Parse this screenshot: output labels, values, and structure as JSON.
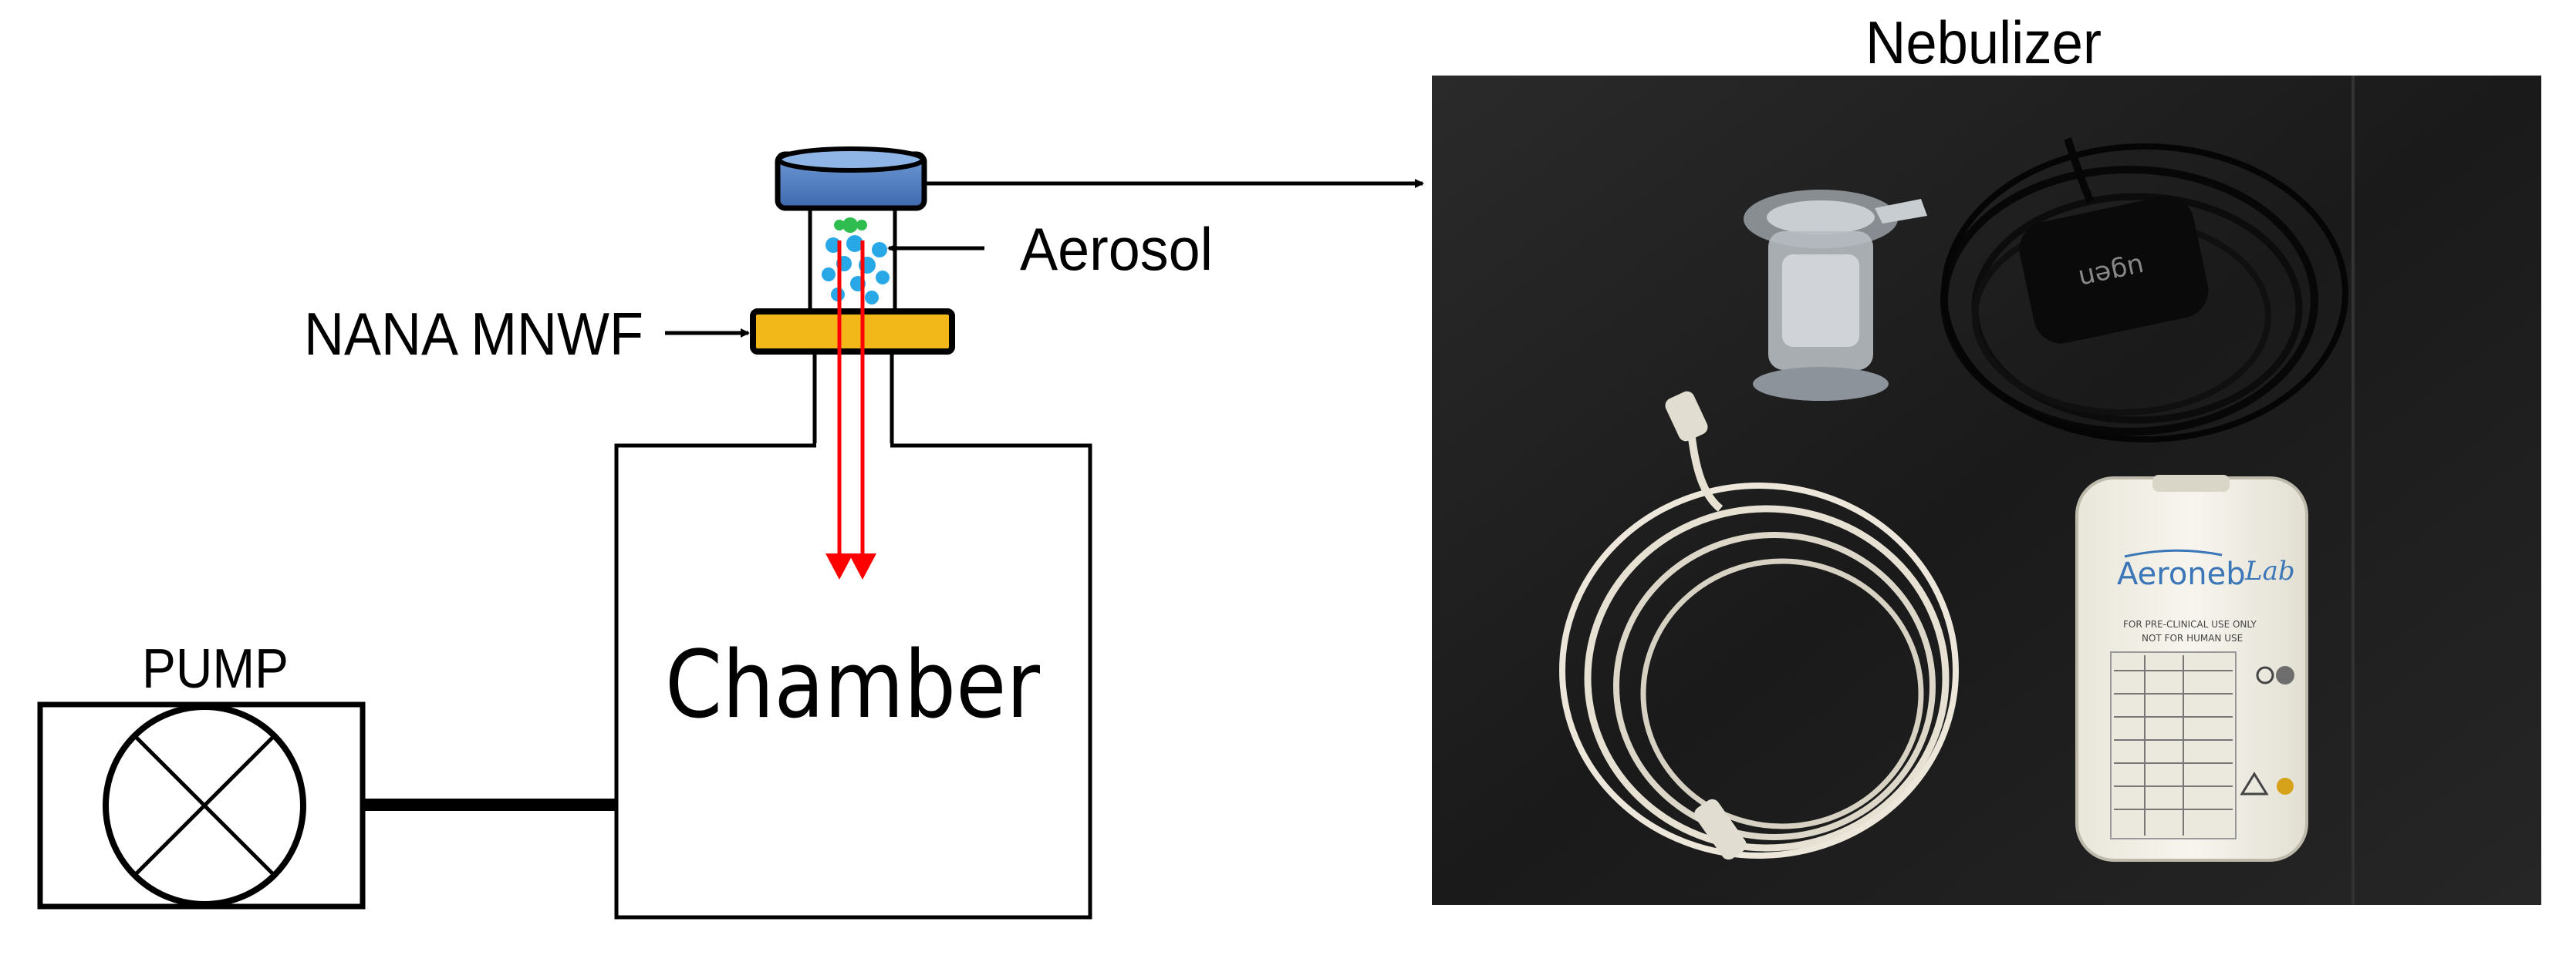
{
  "diagram": {
    "labels": {
      "nebulizer": "Nebulizer",
      "aerosol": "Aerosol",
      "filter": "NANA MNWF",
      "chamber": "Chamber",
      "pump": "PUMP"
    },
    "photo": {
      "device_brand": "Aeroneb",
      "device_brand_suffix": "Lab",
      "device_note_1": "FOR PRE-CLINICAL USE ONLY",
      "device_note_2": "NOT FOR HUMAN USE"
    },
    "colors": {
      "nebulizer_cup": "#4f7fc4",
      "filter_disc": "#f2b718",
      "airflow_arrow": "#ff0000",
      "aerosol_particles": "#29a8e8",
      "aerosol_core": "#2ebd4e",
      "photo_background": "#1b1b1b"
    }
  }
}
